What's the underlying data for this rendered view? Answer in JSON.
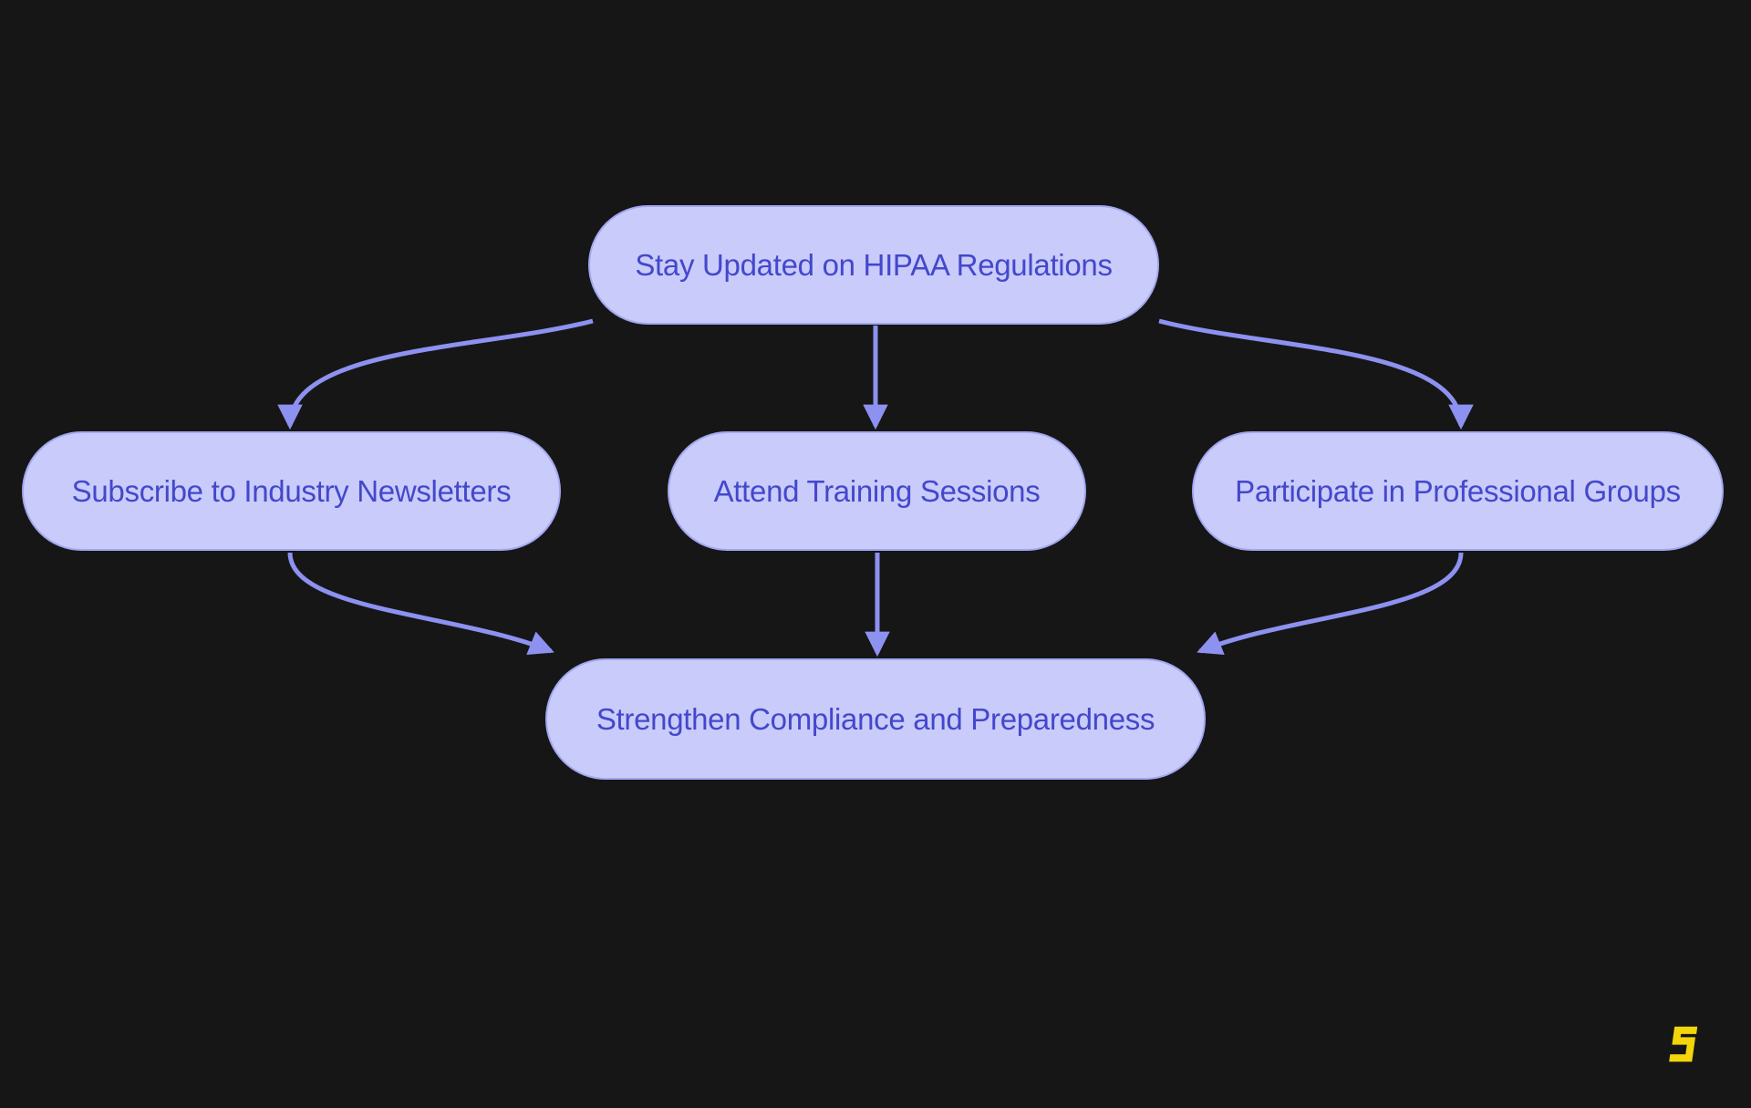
{
  "colors": {
    "background": "#161616",
    "node_fill": "#c9cbfa",
    "node_border": "#a2a7f0",
    "node_text": "#4348cb",
    "arrow": "#8d91f0",
    "logo": "#f2d50a"
  },
  "nodes": [
    {
      "id": "stay-updated",
      "label": "Stay Updated on HIPAA Regulations"
    },
    {
      "id": "subscribe-newsletters",
      "label": "Subscribe to Industry Newsletters"
    },
    {
      "id": "attend-training",
      "label": "Attend Training Sessions"
    },
    {
      "id": "participate-groups",
      "label": "Participate in Professional Groups"
    },
    {
      "id": "strengthen-compliance",
      "label": "Strengthen Compliance and Preparedness"
    }
  ],
  "edges": [
    {
      "from": "stay-updated",
      "to": "subscribe-newsletters"
    },
    {
      "from": "stay-updated",
      "to": "attend-training"
    },
    {
      "from": "stay-updated",
      "to": "participate-groups"
    },
    {
      "from": "subscribe-newsletters",
      "to": "strengthen-compliance"
    },
    {
      "from": "attend-training",
      "to": "strengthen-compliance"
    },
    {
      "from": "participate-groups",
      "to": "strengthen-compliance"
    }
  ],
  "logo": {
    "icon": "s-logo-icon"
  }
}
